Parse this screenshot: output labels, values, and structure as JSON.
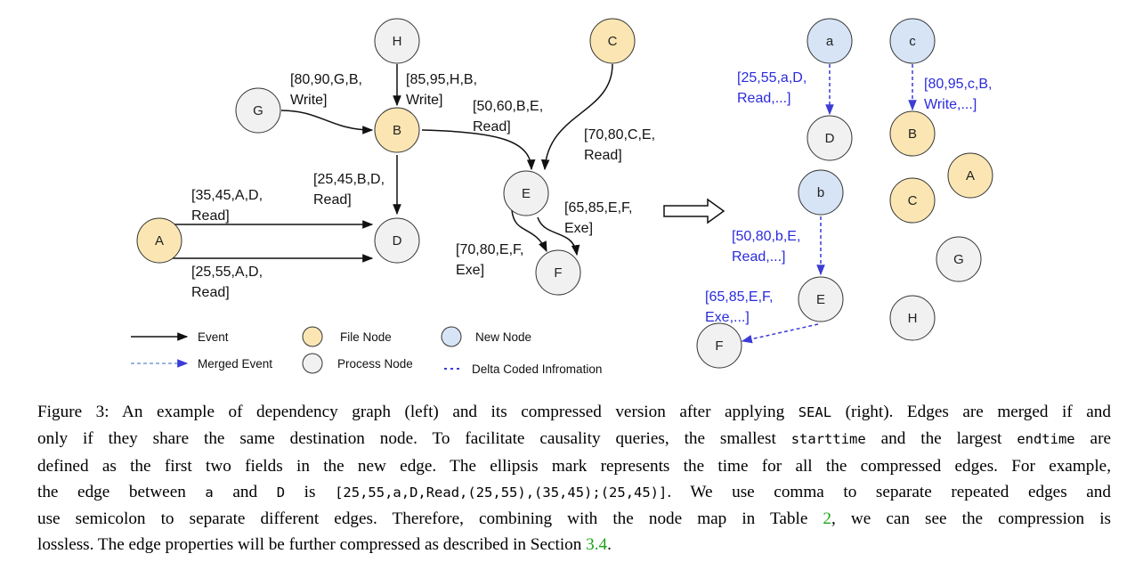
{
  "colors": {
    "file_node": "#fbe6b3",
    "process_node": "#f1f1f1",
    "new_node": "#d6e4f6",
    "node_stroke": "#333333",
    "event_edge": "#111111",
    "merged_edge": "#3c3cd6",
    "caption_link": "#1aa31a"
  },
  "left_graph": {
    "nodes": {
      "H": "H",
      "G": "G",
      "B": "B",
      "C": "C",
      "E": "E",
      "A": "A",
      "D": "D",
      "F": "F"
    },
    "edges": {
      "g_b": [
        "[80,90,G,B,",
        "Write]"
      ],
      "h_b": [
        "[85,95,H,B,",
        "Write]"
      ],
      "b_e": [
        "[50,60,B,E,",
        "Read]"
      ],
      "c_e": [
        "[70,80,C,E,",
        "Read]"
      ],
      "b_d": [
        "[25,45,B,D,",
        "Read]"
      ],
      "a_d_1": [
        "[35,45,A,D,",
        "Read]"
      ],
      "a_d_2": [
        "[25,55,A,D,",
        "Read]"
      ],
      "e_f_1": [
        "[65,85,E,F,",
        "Exe]"
      ],
      "e_f_2": [
        "[70,80,E,F,",
        "Exe]"
      ]
    }
  },
  "right_graph": {
    "nodes": {
      "a": "a",
      "D": "D",
      "b": "b",
      "E": "E",
      "F": "F",
      "c": "c",
      "B": "B",
      "C": "C",
      "A": "A",
      "G": "G",
      "H": "H"
    },
    "edges": {
      "a_d": [
        "[25,55,a,D,",
        "Read,...]"
      ],
      "c_b": [
        "[80,95,c,B,",
        "Write,...]"
      ],
      "b_e": [
        "[50,80,b,E,",
        "Read,...]"
      ],
      "e_f": [
        "[65,85,E,F,",
        "Exe,...]"
      ]
    }
  },
  "legend": {
    "event": "Event",
    "merged_event": "Merged Event",
    "file_node": "File Node",
    "process_node": "Process Node",
    "new_node": "New Node",
    "delta_coded": "Delta Coded Infromation"
  },
  "caption": {
    "l1a": "Figure 3: An example of dependency graph (left) and its compressed version after applying ",
    "l1b": "SEAL",
    "l1c": " (right). Edges are merged if and",
    "l2a": "only if they share the same destination node. To facilitate causality queries, the smallest ",
    "l2b": "starttime",
    "l2c": " and the largest ",
    "l2d": "endtime",
    "l2e": " are",
    "l3": "defined as the first two fields in the new edge. The ellipsis mark represents the time for all the compressed edges. For example,",
    "l4a": "the edge between ",
    "l4b": "a",
    "l4c": " and ",
    "l4d": "D",
    "l4e": " is ",
    "l4f": "[25,55,a,D,Read,(25,55),(35,45);(25,45)]",
    "l4g": ". We use comma to separate repeated edges and",
    "l5a": "use semicolon to separate different edges. Therefore, combining with the node map in Table ",
    "l5b": "2",
    "l5c": ", we can see the compression is",
    "l6a": "lossless. The edge properties will be further compressed as described in Section ",
    "l6b": "3.4",
    "l6c": "."
  }
}
